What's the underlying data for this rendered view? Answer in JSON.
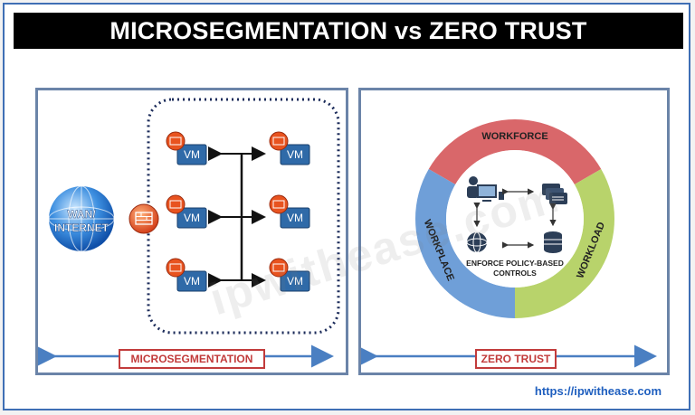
{
  "title": "MICROSEGMENTATION vs ZERO TRUST",
  "left_panel": {
    "globe_label_line1": "WAN/",
    "globe_label_line2": "INTERNET",
    "vm_label": "VM",
    "caption": "MICROSEGMENTATION"
  },
  "right_panel": {
    "segments": {
      "top": "WORKFORCE",
      "left": "WORKPLACE",
      "right": "WORKLOAD"
    },
    "center_line1": "ENFORCE POLICY-BASED",
    "center_line2": "CONTROLS",
    "caption": "ZERO TRUST"
  },
  "watermark": "ipwithease.com",
  "url": "https://ipwithease.com",
  "colors": {
    "title_bg": "#000000",
    "panel_border": "#6b84a8",
    "caption_red": "#c23b3b",
    "arrow_blue": "#4a7fc2",
    "vm_blue": "#2f6aa8",
    "firewall_orange": "#e8531f",
    "ring_red": "#d9676a",
    "ring_green": "#b8d36b",
    "ring_blue": "#6f9fd8",
    "url_blue": "#1f5fbf"
  },
  "icons": [
    "globe-icon",
    "firewall-icon",
    "vm-icon",
    "user-workstation-icon",
    "servers-icon",
    "network-icon",
    "database-icon"
  ]
}
